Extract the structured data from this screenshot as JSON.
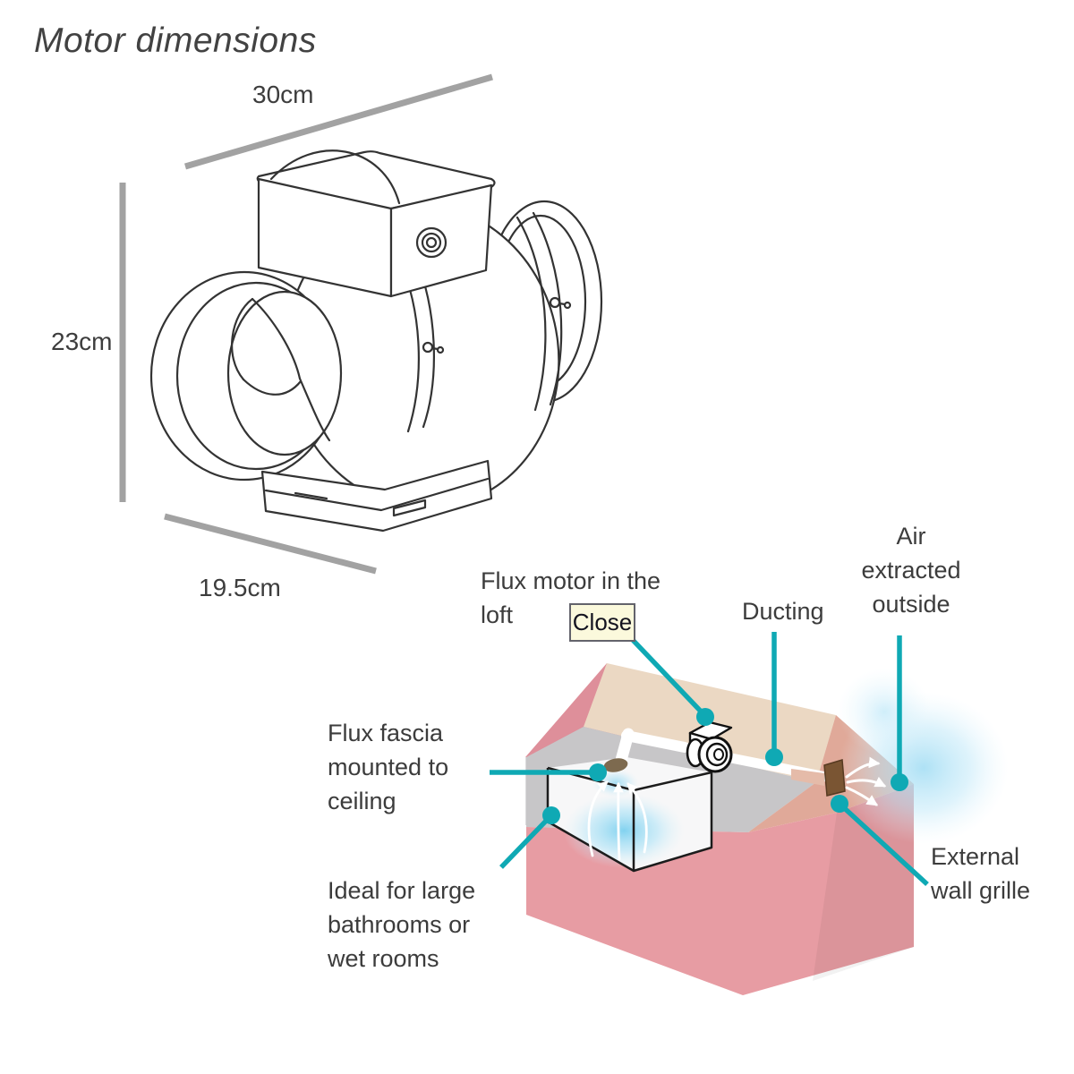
{
  "page": {
    "title": "Motor dimensions"
  },
  "dimensions": {
    "top": "30cm",
    "left": "23cm",
    "bottom": "19.5cm"
  },
  "diagram": {
    "close_button_label": "Close",
    "callouts": {
      "flux_motor": [
        "Flux motor in the",
        "loft"
      ],
      "ducting": [
        "Ducting"
      ],
      "air_extracted": [
        "Air",
        "extracted",
        "outside"
      ],
      "flux_fascia": [
        "Flux fascia",
        "mounted to",
        "ceiling"
      ],
      "ideal_rooms": [
        "Ideal for large",
        "bathrooms or",
        "wet rooms"
      ],
      "wall_grille": [
        "External",
        "wall grille"
      ]
    },
    "icons": [
      "inline-fan-icon",
      "ceiling-fascia-icon",
      "wall-grille-icon",
      "airflow-arrow-icon",
      "leader-dot-icon"
    ]
  },
  "colors": {
    "teal_leader": "#0FA9B4",
    "gable_pink": "#DE8F9A",
    "front_wall_pink": "#E79CA3",
    "roof_beige": "#EBD8C3",
    "roof_salmon": "#D8937F",
    "loft_floor_gray": "#C7C6C8",
    "interior_wall_gray": "#DBDADC",
    "glow_blue": "#7CD0EF",
    "fascia_brown": "#7D6A4F",
    "grille_brown": "#7A5533",
    "dimension_gray": "#A2A2A2",
    "text_dark": "#3C3C3C",
    "close_button_bg": "#FBF9DC",
    "drawing_stroke": "#333333"
  }
}
